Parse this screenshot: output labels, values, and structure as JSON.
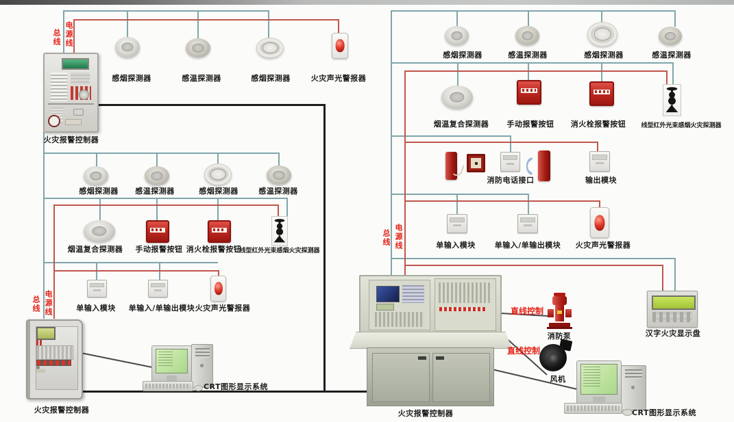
{
  "legend": {
    "bus": "总线",
    "power": "电源线",
    "direct_control": "直线控制"
  },
  "colors": {
    "bus_line": "#7fa6aa",
    "power_line": "#c0564c",
    "signal_line": "#1d1d1d",
    "red_text": "#e42318",
    "background": "#fbfbf9"
  },
  "loop1": {
    "detectors": [
      "感烟探测器",
      "感温探测器",
      "感烟探测器"
    ],
    "sounder": "火灾声光警报器",
    "controller": "火灾报警控制器"
  },
  "loop2": {
    "row1": [
      "感烟探测器",
      "感温探测器",
      "感烟探测器",
      "感温探测器"
    ],
    "row2": [
      "烟温复合探测器",
      "手动报警按钮",
      "消火栓报警按钮",
      "线型红外光束感烟火灾探测器"
    ],
    "row3": [
      "单输入模块",
      "单输入/单输出模块",
      "火灾声光警报器"
    ],
    "controller": "火灾报警控制器",
    "crt": "CRT图形显示系统"
  },
  "loop3": {
    "row1": [
      "感烟探测器",
      "感温探测器",
      "感烟探测器",
      "感温探测器"
    ],
    "row2": [
      "烟温复合探测器",
      "手动报警按钮",
      "消火栓报警按钮",
      "线型红外光束感烟火灾探测器"
    ],
    "row3": [
      "消防电话接口",
      "输出模块"
    ],
    "row4": [
      "单输入模块",
      "单输入/单输出模块",
      "火灾声光警报器"
    ],
    "display_panel": "汉字火灾显示盘",
    "console": "火灾报警控制器",
    "pump": "消防泵",
    "fan": "风机",
    "crt": "CRT图形显示系统"
  }
}
